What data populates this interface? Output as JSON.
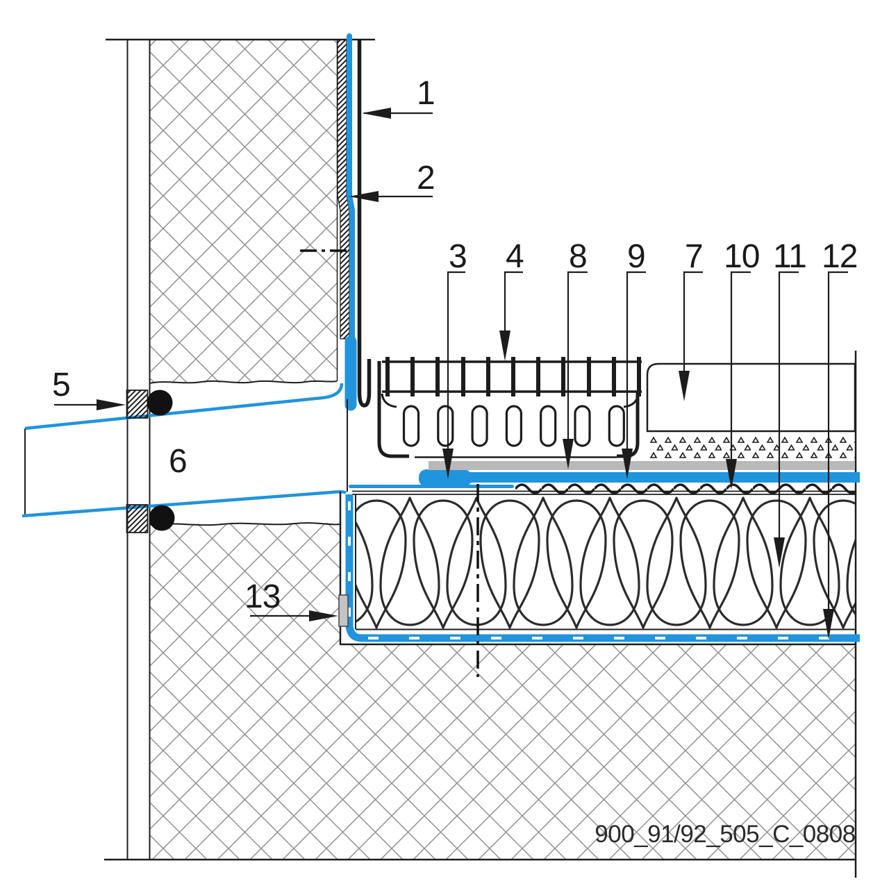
{
  "drawing": {
    "number_label": "900_91/92_505_C_0808",
    "callouts": {
      "c1": "1",
      "c2": "2",
      "c3": "3",
      "c4": "4",
      "c5": "5",
      "c6": "6",
      "c7": "7",
      "c8": "8",
      "c9": "9",
      "c10": "10",
      "c11": "11",
      "c12": "12",
      "c13": "13"
    },
    "colors": {
      "membrane_blue": "#2094dc",
      "protection_gray": "#b9b9b9",
      "line_black": "#1c1c1c",
      "hatch_gray": "#8f8f8f"
    }
  }
}
